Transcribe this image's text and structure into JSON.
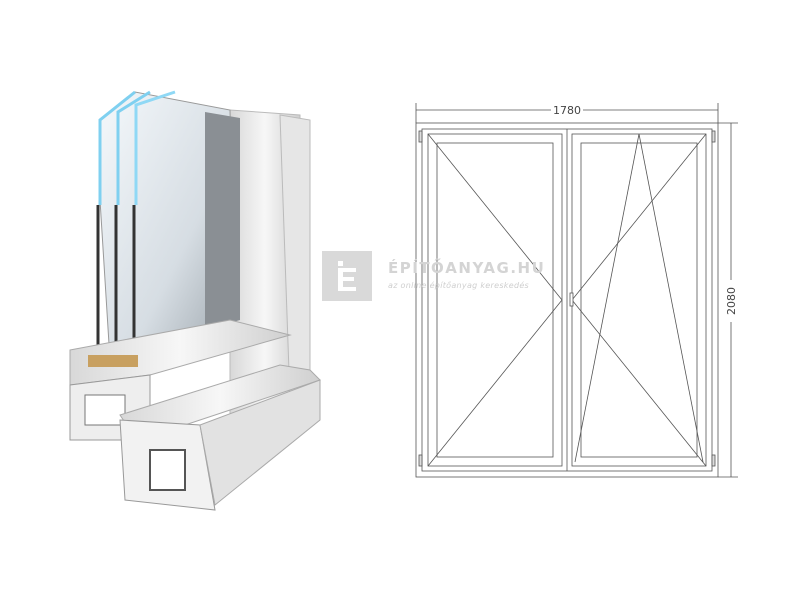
{
  "watermark": {
    "logo_letter": "E",
    "title": "ÉPÍTŐANYAG.HU",
    "subtitle": "az online építőanyag kereskedés"
  },
  "drawing": {
    "width_label": "1780",
    "height_label": "2080",
    "left_sash_opening": "turn",
    "right_sash_opening": "tilt-turn"
  },
  "colors": {
    "line": "#555555",
    "profile": "#eeeeee",
    "glass_edge": "#7fd0f0",
    "watermark": "#d9d9d9"
  }
}
